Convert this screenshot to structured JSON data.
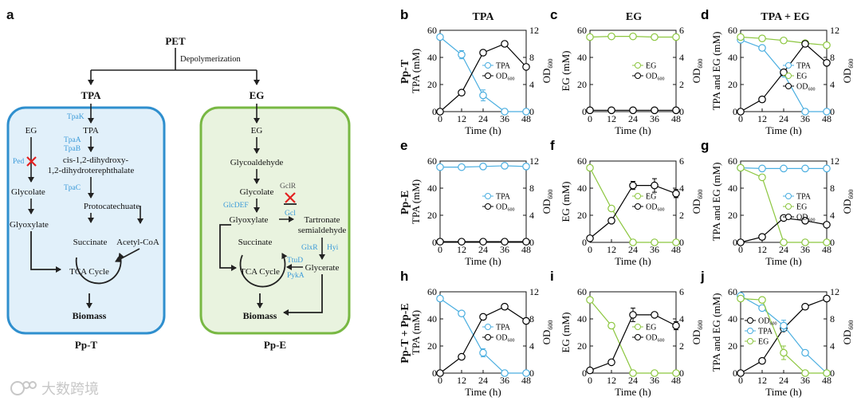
{
  "panel_labels": [
    "a",
    "b",
    "c",
    "d",
    "e",
    "f",
    "g",
    "h",
    "i",
    "j"
  ],
  "col_titles": [
    "TPA",
    "EG",
    "TPA + EG"
  ],
  "row_labels": [
    "Pp-T",
    "Pp-E",
    "Pp-T + Pp-E"
  ],
  "pathway": {
    "pet": "PET",
    "depoly": "Depolymerization",
    "tpa": "TPA",
    "eg": "EG",
    "left": {
      "tpaK": "TpaK",
      "tpa_in": "TPA",
      "tpaA": "TpaA",
      "tpaB": "TpaB",
      "cis1": "cis-1,2-dihydroxy-",
      "cis2": "1,2-dihydroterephthalate",
      "tpaC": "TpaC",
      "pca": "Protocatechuate",
      "eg_in": "EG",
      "ped": "Ped",
      "glycolate": "Glycolate",
      "glyoxylate": "Glyoxylate",
      "succinate": "Succinate",
      "acetyl": "Acetyl-CoA",
      "tca": "TCA Cycle",
      "biomass": "Biomass",
      "strain": "Pp-T"
    },
    "right": {
      "eg_in": "EG",
      "glycoal": "Glycoaldehyde",
      "glycolate": "Glycolate",
      "gclr": "GclR",
      "glcdef": "GlcDEF",
      "gcl": "Gcl",
      "glyoxylate": "Glyoxylate",
      "tart1": "Tartronate",
      "tart2": "semialdehyde",
      "glxr": "GlxR",
      "hyi": "Hyi",
      "succinate": "Succinate",
      "ttud": "TtuD",
      "pyka": "PykA",
      "glycerate": "Glycerate",
      "tca": "TCA Cycle",
      "biomass": "Biomass",
      "strain": "Pp-E"
    }
  },
  "axis_labels": {
    "x": "Time (h)",
    "od": "OD",
    "od_sub": "600",
    "y_tpa": "TPA (mM)",
    "y_eg": "EG (mM)",
    "y_both": "TPA and EG (mM)"
  },
  "watermark": "大数跨境",
  "colors": {
    "tpa": "#4aaee0",
    "eg": "#8cc63f",
    "od": "#000000",
    "box_t": "#2f8fce",
    "box_t_fill": "#e1f0fa",
    "box_e": "#78b843",
    "box_e_fill": "#e9f3df",
    "enzyme": "#3a9ad9",
    "cross": "#e32020"
  },
  "chart_data": [
    {
      "panel": "b",
      "type": "line",
      "x": [
        0,
        12,
        24,
        36,
        48
      ],
      "xlabel": "Time (h)",
      "ylabel": "TPA (mM)",
      "ylim": [
        0,
        60
      ],
      "y2label": "OD600",
      "y2lim": [
        0,
        12
      ],
      "series": [
        {
          "name": "TPA",
          "axis": "left",
          "values": [
            55,
            42,
            12,
            0,
            0
          ],
          "errors": [
            0,
            3,
            4,
            0,
            0
          ]
        },
        {
          "name": "OD600",
          "axis": "right",
          "values": [
            0,
            2.8,
            8.7,
            10,
            6.6
          ],
          "errors": [
            0,
            0,
            0,
            0,
            0
          ]
        }
      ]
    },
    {
      "panel": "c",
      "type": "line",
      "x": [
        0,
        12,
        24,
        36,
        48
      ],
      "xlabel": "Time (h)",
      "ylabel": "EG (mM)",
      "ylim": [
        0,
        60
      ],
      "y2label": "OD600",
      "y2lim": [
        0,
        6
      ],
      "series": [
        {
          "name": "EG",
          "axis": "left",
          "values": [
            55,
            55.5,
            55.5,
            55,
            55
          ],
          "errors": [
            0,
            0,
            0,
            0,
            0
          ]
        },
        {
          "name": "OD600",
          "axis": "right",
          "values": [
            0.1,
            0.1,
            0.1,
            0.1,
            0.1
          ],
          "errors": [
            0,
            0,
            0,
            0,
            0
          ]
        }
      ]
    },
    {
      "panel": "d",
      "type": "line",
      "x": [
        0,
        12,
        24,
        36,
        48
      ],
      "xlabel": "Time (h)",
      "ylabel": "TPA and EG (mM)",
      "ylim": [
        0,
        60
      ],
      "y2label": "OD600",
      "y2lim": [
        0,
        12
      ],
      "series": [
        {
          "name": "TPA",
          "axis": "left",
          "values": [
            53,
            47,
            28,
            0,
            0
          ],
          "errors": [
            0,
            0,
            0,
            0,
            0
          ]
        },
        {
          "name": "EG",
          "axis": "left",
          "values": [
            55,
            54,
            52.5,
            50.5,
            49
          ],
          "errors": [
            0,
            0,
            0,
            0,
            0
          ]
        },
        {
          "name": "OD600",
          "axis": "right",
          "values": [
            0,
            1.8,
            5.8,
            10,
            7.2
          ],
          "errors": [
            0,
            0,
            0,
            0,
            0
          ]
        }
      ]
    },
    {
      "panel": "e",
      "type": "line",
      "x": [
        0,
        12,
        24,
        36,
        48
      ],
      "xlabel": "Time (h)",
      "ylabel": "TPA (mM)",
      "ylim": [
        0,
        60
      ],
      "y2label": "OD600",
      "y2lim": [
        0,
        12
      ],
      "series": [
        {
          "name": "TPA",
          "axis": "left",
          "values": [
            55.5,
            55.5,
            56,
            56.5,
            56
          ],
          "errors": [
            0,
            0,
            0,
            0,
            0
          ]
        },
        {
          "name": "OD600",
          "axis": "right",
          "values": [
            0.1,
            0.1,
            0.1,
            0.1,
            0.1
          ],
          "errors": [
            0,
            0,
            0,
            0,
            0
          ]
        }
      ]
    },
    {
      "panel": "f",
      "type": "line",
      "x": [
        0,
        12,
        24,
        36,
        48
      ],
      "xlabel": "Time (h)",
      "ylabel": "EG (mM)",
      "ylim": [
        0,
        60
      ],
      "y2label": "OD600",
      "y2lim": [
        0,
        6
      ],
      "series": [
        {
          "name": "EG",
          "axis": "left",
          "values": [
            55,
            25,
            0,
            0,
            0
          ],
          "errors": [
            0,
            0,
            0,
            0,
            0
          ]
        },
        {
          "name": "OD600",
          "axis": "right",
          "values": [
            0.3,
            1.6,
            4.2,
            4.2,
            3.6
          ],
          "errors": [
            0,
            0,
            0.3,
            0.5,
            0.3
          ]
        }
      ]
    },
    {
      "panel": "g",
      "type": "line",
      "x": [
        0,
        12,
        24,
        36,
        48
      ],
      "xlabel": "Time (h)",
      "ylabel": "TPA and EG (mM)",
      "ylim": [
        0,
        60
      ],
      "y2label": "OD600",
      "y2lim": [
        0,
        12
      ],
      "series": [
        {
          "name": "TPA",
          "axis": "left",
          "values": [
            55,
            54.5,
            54.5,
            54.5,
            54.5
          ],
          "errors": [
            0,
            0,
            0,
            0,
            0
          ]
        },
        {
          "name": "EG",
          "axis": "left",
          "values": [
            55,
            48,
            0,
            0,
            0
          ],
          "errors": [
            0,
            0,
            0,
            0,
            0
          ]
        },
        {
          "name": "OD600",
          "axis": "right",
          "values": [
            0,
            0.8,
            3.6,
            3.2,
            2.6
          ],
          "errors": [
            0,
            0,
            0,
            0,
            0
          ]
        }
      ]
    },
    {
      "panel": "h",
      "type": "line",
      "x": [
        0,
        12,
        24,
        36,
        48
      ],
      "xlabel": "Time (h)",
      "ylabel": "TPA (mM)",
      "ylim": [
        0,
        60
      ],
      "y2label": "OD600",
      "y2lim": [
        0,
        12
      ],
      "series": [
        {
          "name": "TPA",
          "axis": "left",
          "values": [
            55,
            44,
            15,
            0,
            0
          ],
          "errors": [
            0,
            0,
            3,
            0,
            0
          ]
        },
        {
          "name": "OD600",
          "axis": "right",
          "values": [
            0,
            2.4,
            8.3,
            9.8,
            7.7
          ],
          "errors": [
            0,
            0,
            0.4,
            0.4,
            0.4
          ]
        }
      ]
    },
    {
      "panel": "i",
      "type": "line",
      "x": [
        0,
        12,
        24,
        36,
        48
      ],
      "xlabel": "Time (h)",
      "ylabel": "EG (mM)",
      "ylim": [
        0,
        60
      ],
      "y2label": "OD600",
      "y2lim": [
        0,
        6
      ],
      "series": [
        {
          "name": "EG",
          "axis": "left",
          "values": [
            54,
            35,
            0,
            0,
            0
          ],
          "errors": [
            0,
            2,
            0,
            0,
            0
          ]
        },
        {
          "name": "OD600",
          "axis": "right",
          "values": [
            0.2,
            0.8,
            4.3,
            4.3,
            3.5
          ],
          "errors": [
            0,
            0,
            0.5,
            0,
            0.3
          ]
        }
      ]
    },
    {
      "panel": "j",
      "type": "line",
      "x": [
        0,
        12,
        24,
        36,
        48
      ],
      "xlabel": "Time (h)",
      "ylabel": "TPA and EG (mM)",
      "ylim": [
        0,
        60
      ],
      "y2label": "OD600",
      "y2lim": [
        0,
        12
      ],
      "series": [
        {
          "name": "OD600",
          "axis": "right",
          "values": [
            0,
            1.8,
            6.6,
            9.8,
            11
          ],
          "errors": [
            0,
            0,
            0,
            0,
            0
          ]
        },
        {
          "name": "TPA",
          "axis": "left",
          "values": [
            57,
            48,
            35,
            15,
            0
          ],
          "errors": [
            0,
            0,
            4,
            0,
            0
          ]
        },
        {
          "name": "EG",
          "axis": "left",
          "values": [
            55,
            54,
            15,
            0,
            0
          ],
          "errors": [
            0,
            0,
            5,
            0,
            0
          ]
        }
      ]
    }
  ]
}
